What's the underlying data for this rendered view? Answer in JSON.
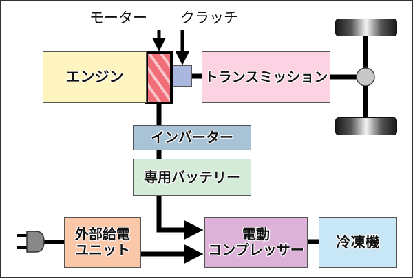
{
  "labels": {
    "motor": "モーター",
    "clutch": "クラッチ"
  },
  "boxes": {
    "engine": "エンジン",
    "transmission": "トランスミッション",
    "inverter": "インバーター",
    "battery": "専用バッテリー",
    "external_unit_line1": "外部給電",
    "external_unit_line2": "ユニット",
    "compressor_line1": "電動",
    "compressor_line2": "コンプレッサー",
    "refrigerator": "冷凍機"
  },
  "colors": {
    "engine": "#fdf4c0",
    "motor": "#ef6e78",
    "clutch": "#a9b6dd",
    "transmission": "#fbd3e3",
    "inverter": "#a9c3d6",
    "battery": "#d3ebd7",
    "external_unit": "#fac7a8",
    "compressor": "#ddb2d8",
    "refrigerator": "#c7e6f6"
  }
}
